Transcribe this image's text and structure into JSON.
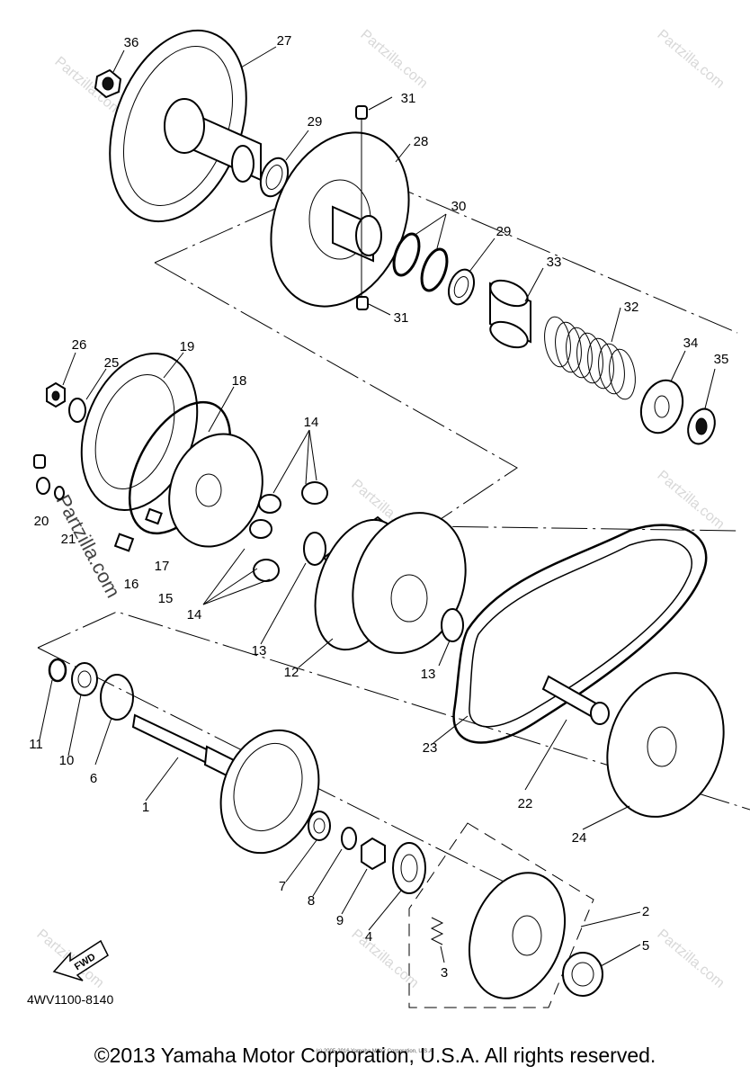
{
  "labels": [
    "36",
    "27",
    "31",
    "29",
    "28",
    "30",
    "29",
    "33",
    "32",
    "31",
    "34",
    "35",
    "26",
    "25",
    "19",
    "18",
    "14",
    "20",
    "21",
    "17",
    "16",
    "15",
    "14",
    "13",
    "12",
    "13",
    "23",
    "22",
    "24",
    "11",
    "10",
    "6",
    "1",
    "7",
    "8",
    "9",
    "4",
    "2",
    "5",
    "3"
  ],
  "diagram_code": "4WV1100-8140",
  "fwd_label": "FWD",
  "watermark": "Partzilla.com",
  "fine_print": "(c) 2005-2016 Yamaha Motor Corporation, U.S.A.",
  "copyright": "©2013 Yamaha Motor Corporation, U.S.A. All rights reserved."
}
